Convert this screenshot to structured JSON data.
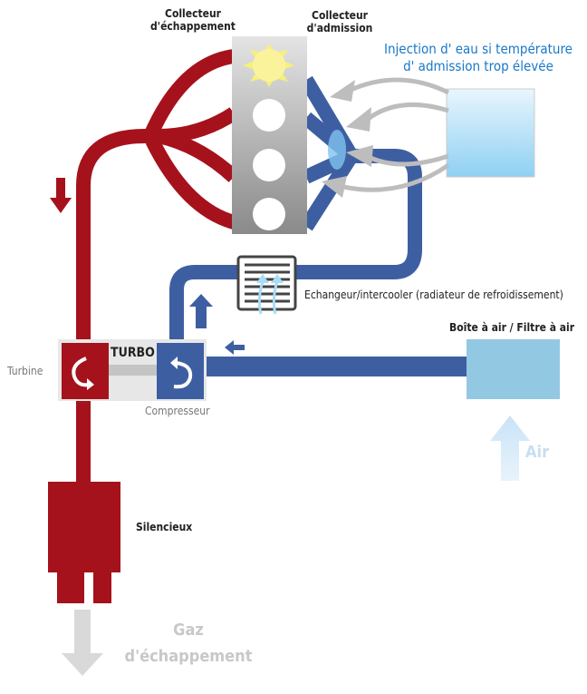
{
  "labels": {
    "exhaust_manifold": [
      "Collecteur",
      "d'échappement"
    ],
    "intake_manifold": [
      "Collecteur",
      "d'admission"
    ],
    "water_injection": [
      "Injection d' eau si température",
      "d' admission trop élevée"
    ],
    "intercooler": "Echangeur/intercooler (radiateur de refroidissement)",
    "air_box": "Boîte à air / Filtre à air",
    "turbo": "TURBO",
    "turbine": "Turbine",
    "compressor": "Compresseur",
    "air": "Air",
    "muffler": "Silencieux",
    "exhaust_gas": [
      "Gaz",
      "d'échappement"
    ]
  },
  "colors": {
    "exhaust": "#a5121c",
    "intake": "#3d5fa2",
    "air_box": "#93c8e3",
    "water_text": "#1a78c8",
    "faded_text": "#c8c8c8"
  }
}
